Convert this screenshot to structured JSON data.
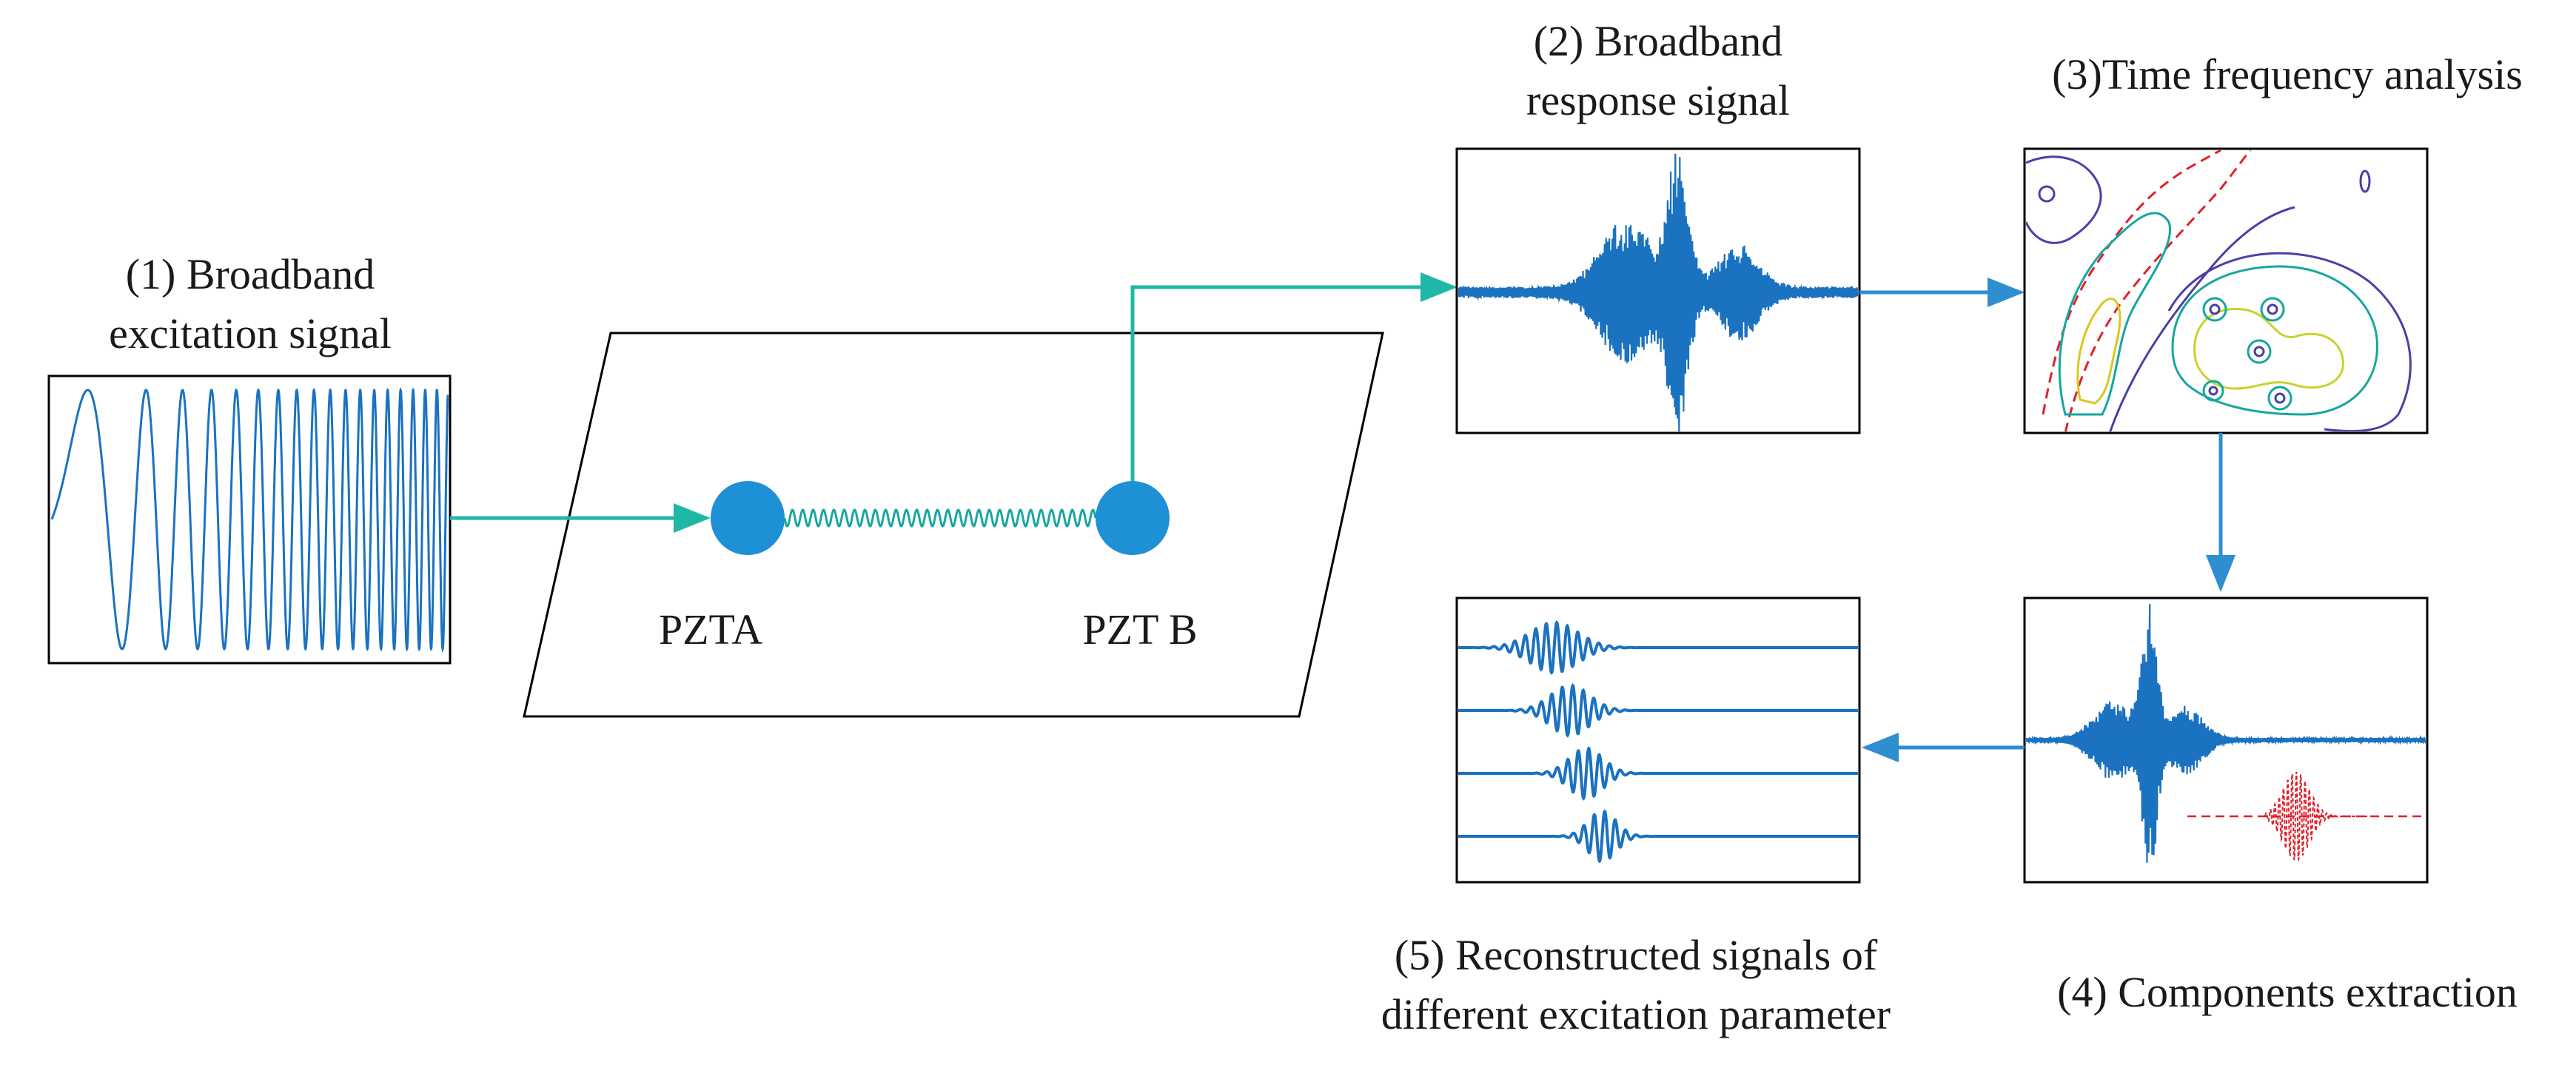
{
  "labels": {
    "excitation_line1": "(1) Broadband",
    "excitation_line2": "excitation signal",
    "response_line1": "(2) Broadband",
    "response_line2": "response signal",
    "timefreq": "(3)Time frequency analysis",
    "components": "(4) Components extraction",
    "reconstructed_line1": "(5) Reconstructed  signals of",
    "reconstructed_line2": "different excitation parameter",
    "pzt_a": "PZTA",
    "pzt_b": "PZT B"
  },
  "colors": {
    "signal_blue": "#1a72c0",
    "sensor_blue": "#1e90d6",
    "teal_arrow": "#1fb8a6",
    "flow_arrow": "#2e8ed0",
    "wave_teal": "#1aa6a0",
    "extracted_red": "#e0202a",
    "frame": "#000000"
  }
}
